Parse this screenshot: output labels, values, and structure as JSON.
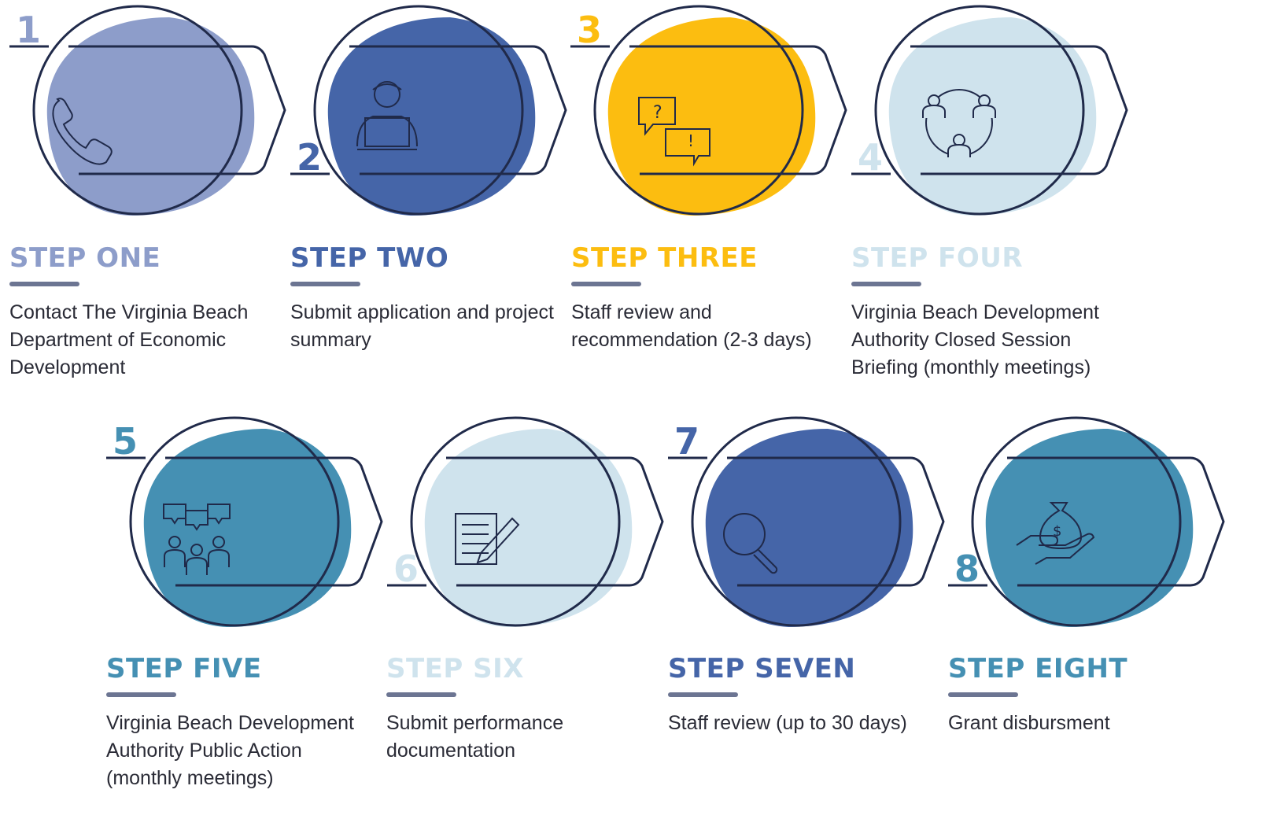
{
  "steps": [
    {
      "number": "1",
      "title": "STEP ONE",
      "description": "Contact The Virginia Beach Department of Economic Development",
      "color": "#8d9dca",
      "icon": "phone-icon",
      "number_position": "top"
    },
    {
      "number": "2",
      "title": "STEP TWO",
      "description": "Submit application and project summary",
      "color": "#4565a8",
      "icon": "laptop-person-icon",
      "number_position": "bottom"
    },
    {
      "number": "3",
      "title": "STEP THREE",
      "description": "Staff review and recommendation (2-3 days)",
      "color": "#fcbd10",
      "icon": "speech-bubbles-icon",
      "number_position": "top"
    },
    {
      "number": "4",
      "title": "STEP FOUR",
      "description": "Virginia Beach Development Authority Closed Session Briefing (monthly meetings)",
      "color": "#cfe3ed",
      "icon": "people-network-icon",
      "number_position": "bottom"
    },
    {
      "number": "5",
      "title": "STEP FIVE",
      "description": "Virginia Beach Development Authority Public Action (monthly meetings)",
      "color": "#4590b3",
      "icon": "group-discussion-icon",
      "number_position": "top"
    },
    {
      "number": "6",
      "title": "STEP SIX",
      "description": "Submit performance documentation",
      "color": "#cfe3ed",
      "icon": "document-pen-icon",
      "number_position": "bottom"
    },
    {
      "number": "7",
      "title": "STEP SEVEN",
      "description": "Staff review (up to 30 days)",
      "color": "#4565a8",
      "icon": "magnifier-icon",
      "number_position": "top"
    },
    {
      "number": "8",
      "title": "STEP EIGHT",
      "description": "Grant disbursment",
      "color": "#4590b3",
      "icon": "money-bag-hand-icon",
      "number_position": "bottom"
    }
  ],
  "outline_color": "#202a4a",
  "rule_color": "#6c7592"
}
